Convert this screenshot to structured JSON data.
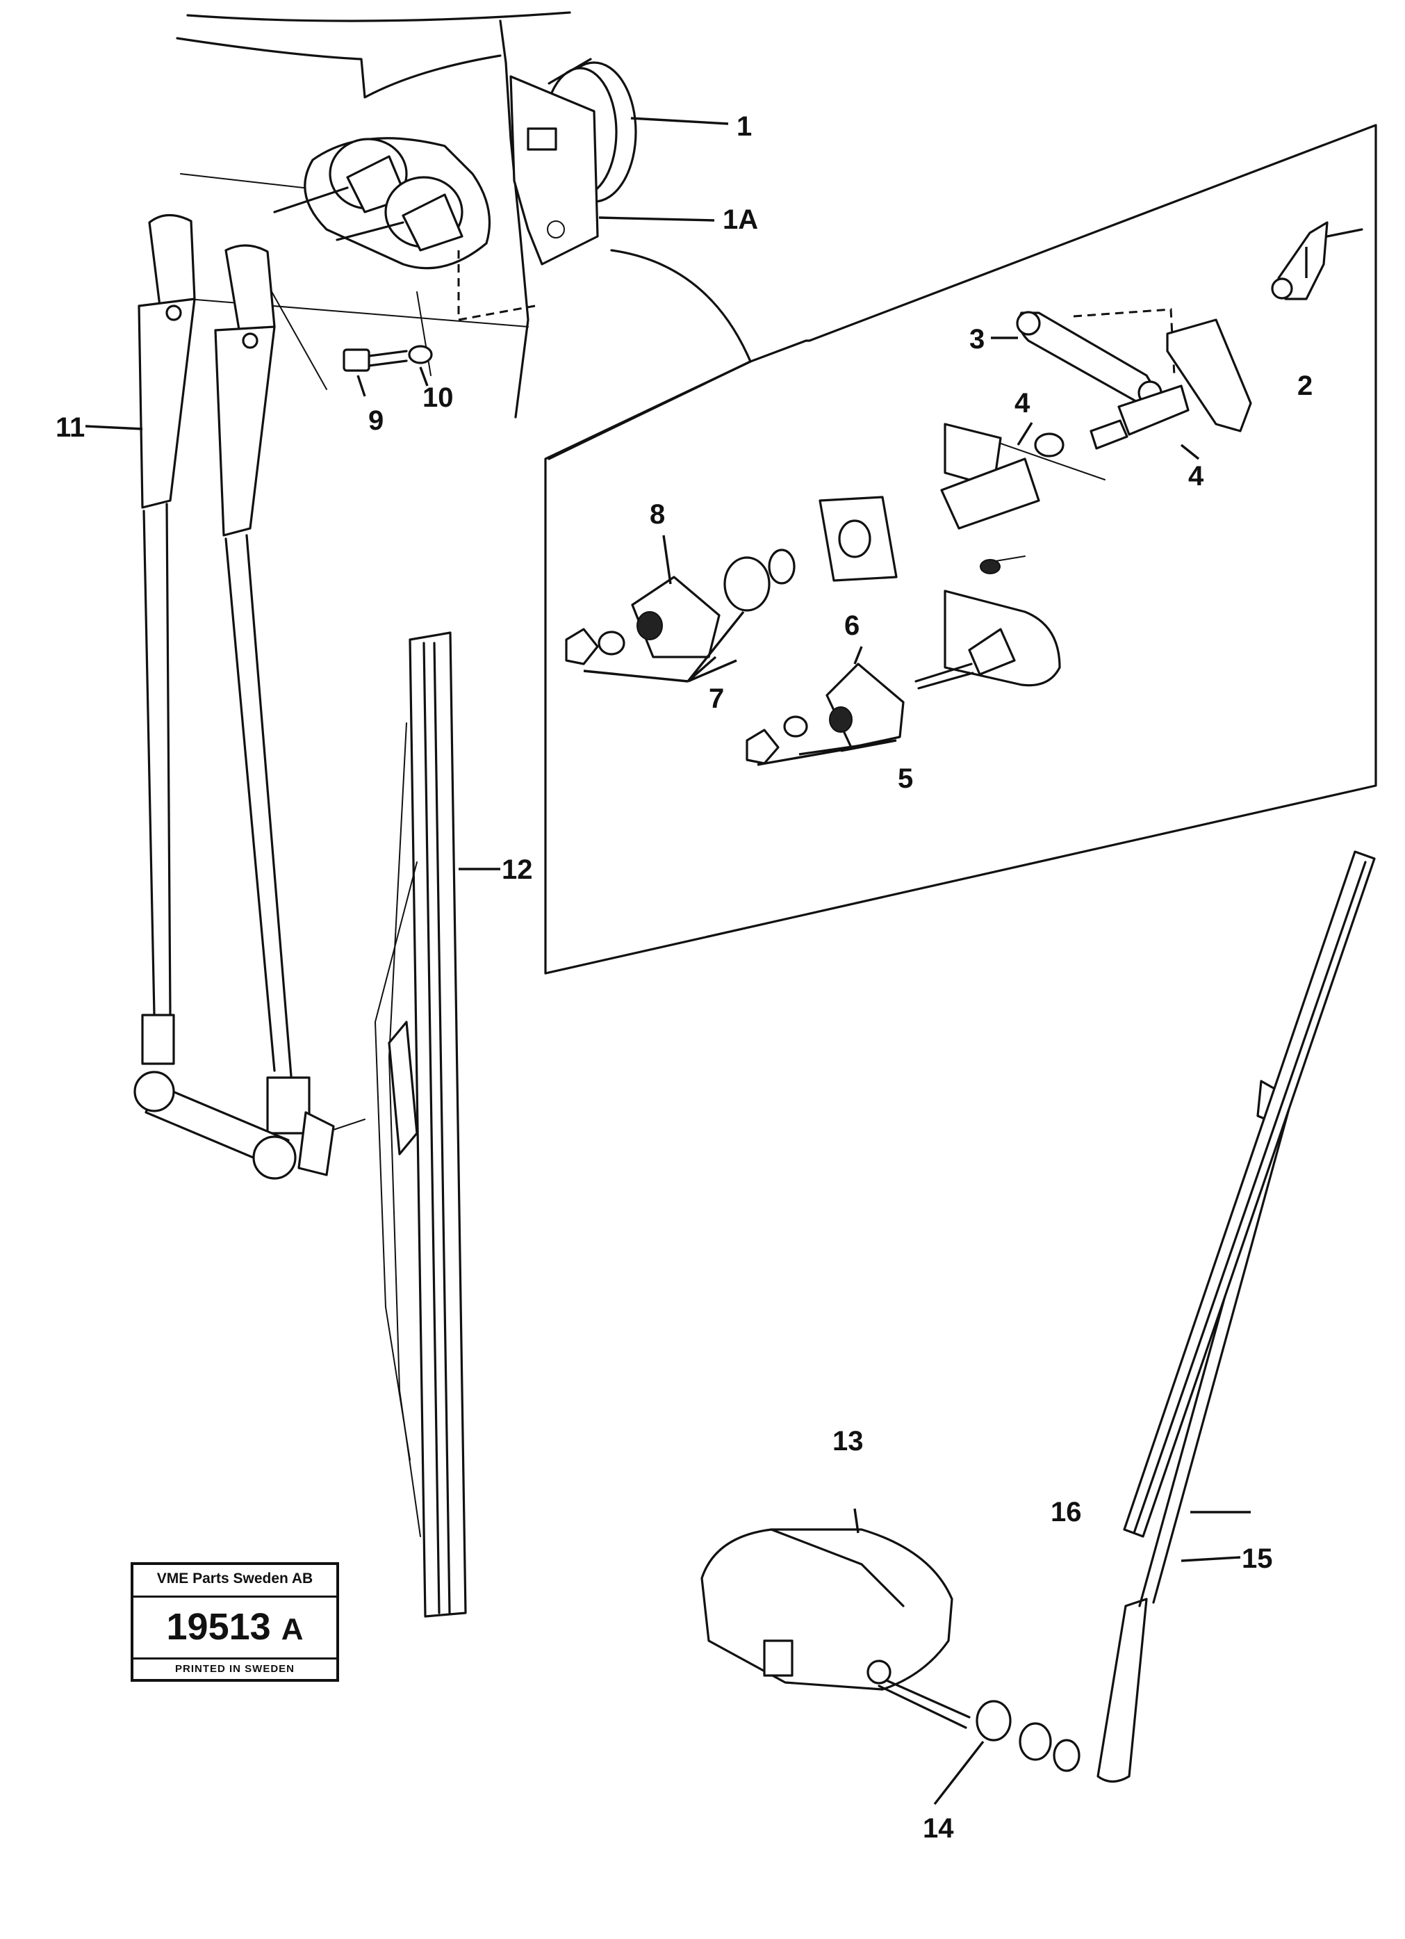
{
  "callouts": {
    "c1": "1",
    "c1a": "1A",
    "c2": "2",
    "c3": "3",
    "c4a": "4",
    "c4b": "4",
    "c5": "5",
    "c6": "6",
    "c7": "7",
    "c8": "8",
    "c9": "9",
    "c10": "10",
    "c11": "11",
    "c12": "12",
    "c13": "13",
    "c14": "14",
    "c15": "15",
    "c16": "16"
  },
  "stamp": {
    "company": "VME Parts Sweden AB",
    "number": "19513",
    "suffix": "A",
    "printed": "PRINTED IN SWEDEN"
  }
}
